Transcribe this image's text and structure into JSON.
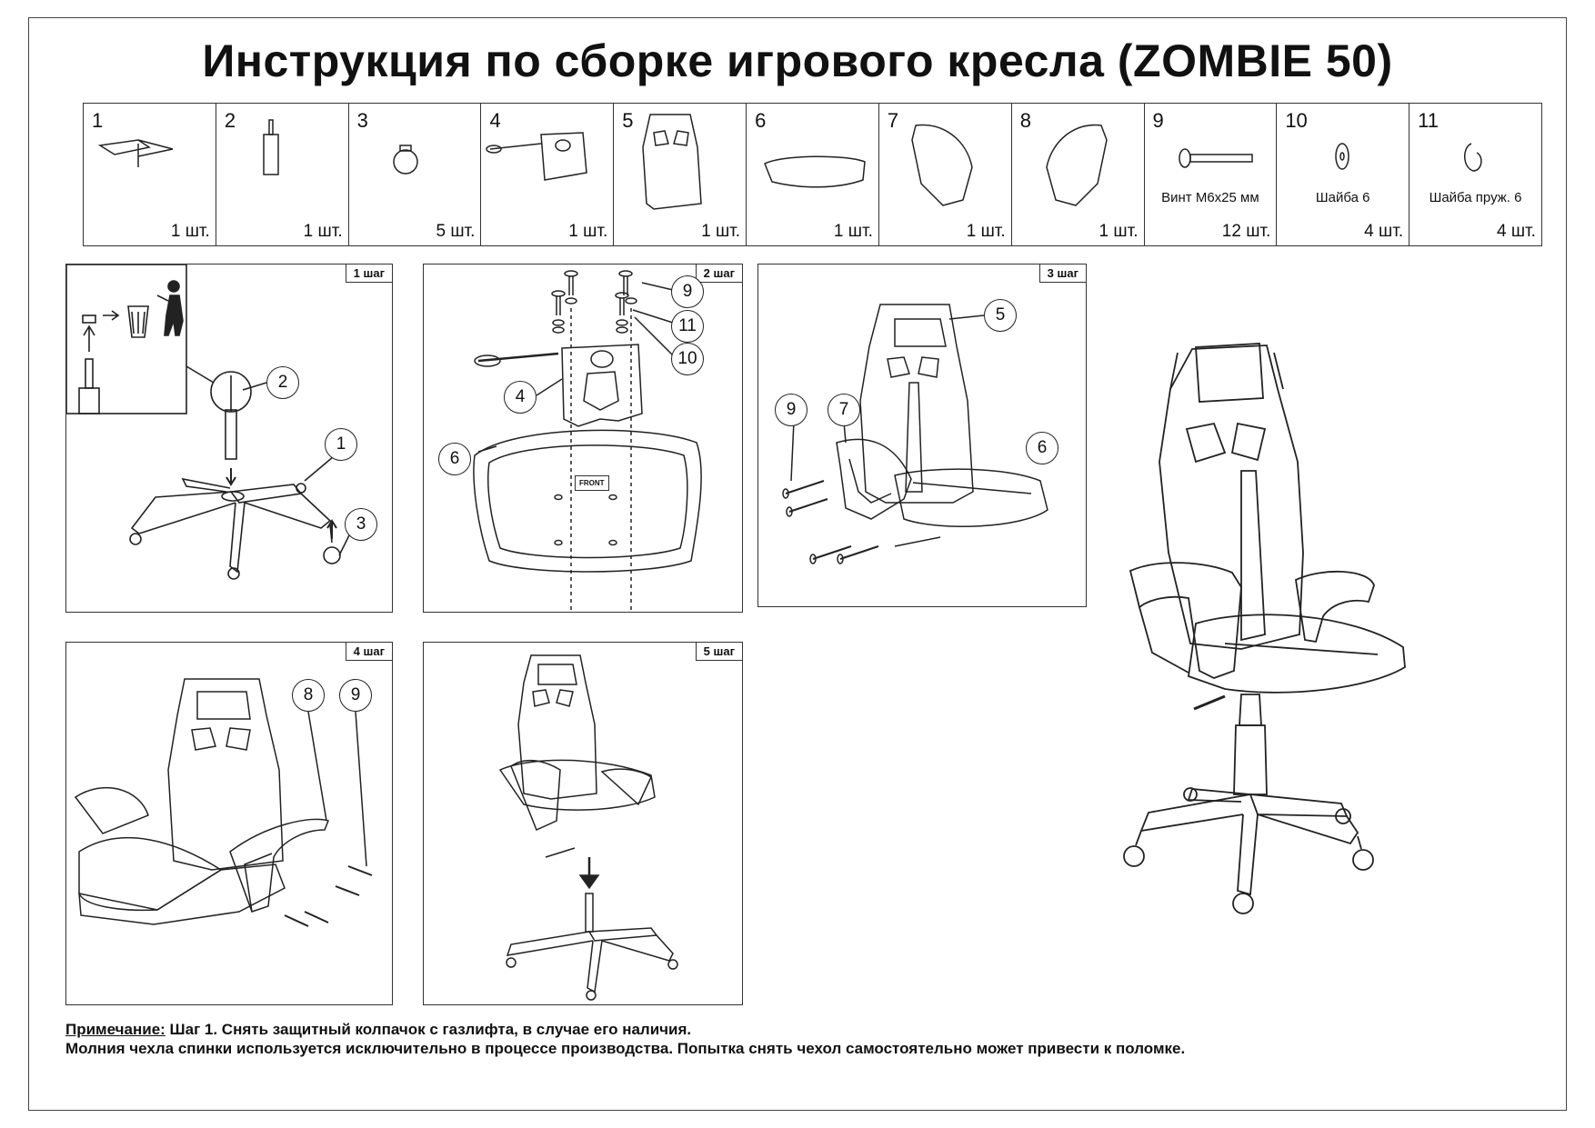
{
  "title": "Инструкция по сборке игрового кресла (ZOMBIE 50)",
  "parts": [
    {
      "num": "1",
      "qty": "1  шт.",
      "icon": "star-base-icon"
    },
    {
      "num": "2",
      "qty": "1  шт.",
      "icon": "gas-lift-icon"
    },
    {
      "num": "3",
      "qty": "5  шт.",
      "icon": "caster-wheel-icon"
    },
    {
      "num": "4",
      "qty": "1  шт.",
      "icon": "tilt-mechanism-icon"
    },
    {
      "num": "5",
      "qty": "1  шт.",
      "icon": "backrest-icon"
    },
    {
      "num": "6",
      "qty": "1  шт.",
      "icon": "seat-icon"
    },
    {
      "num": "7",
      "qty": "1  шт.",
      "icon": "armrest-left-icon"
    },
    {
      "num": "8",
      "qty": "1  шт.",
      "icon": "armrest-right-icon"
    },
    {
      "num": "9",
      "qty": "12 шт.",
      "caption": "Винт М6х25 мм",
      "icon": "bolt-icon"
    },
    {
      "num": "10",
      "qty": "4 шт.",
      "caption": "Шайба 6",
      "icon": "washer-icon"
    },
    {
      "num": "11",
      "qty": "4 шт.",
      "caption": "Шайба пруж. 6",
      "icon": "spring-washer-icon"
    }
  ],
  "steps": [
    {
      "label": "1 шаг",
      "callouts": [
        "2",
        "1",
        "3"
      ]
    },
    {
      "label": "2 шаг",
      "callouts": [
        "9",
        "11",
        "10",
        "4",
        "6"
      ],
      "front_label": "FRONT"
    },
    {
      "label": "3 шаг",
      "callouts": [
        "5",
        "9",
        "7",
        "6"
      ]
    },
    {
      "label": "4 шаг",
      "callouts": [
        "8",
        "9"
      ]
    },
    {
      "label": "5 шаг"
    }
  ],
  "note": {
    "label": "Примечание:",
    "line1": " Шаг 1. Снять защитный колпачок с газлифта, в случае его наличия.",
    "line2": "Молния чехла спинки используется исключительно в процессе производства. Попытка снять чехол самостоятельно может привести к поломке."
  }
}
